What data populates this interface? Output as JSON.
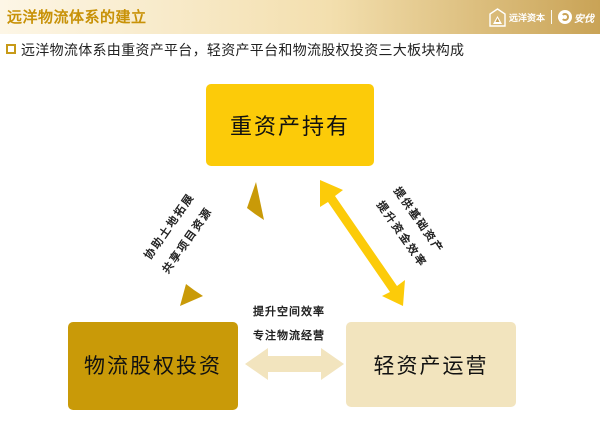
{
  "header": {
    "title": "远洋物流体系的建立",
    "brand_name": "远洋资本",
    "partner_name": "安伐"
  },
  "subtitle": "远洋物流体系由重资产平台，轻资产平台和物流股权投资三大板块构成",
  "nodes": {
    "top": "重资产持有",
    "left": "物流股权投资",
    "right": "轻资产运营"
  },
  "edges": {
    "left_line1": "协助土地拓展",
    "left_line2": "共享项目资源",
    "right_line1": "提供基础资产",
    "right_line2": "提升资金效率",
    "bottom_line1": "提升空间效率",
    "bottom_line2": "专注物流经营"
  },
  "colors": {
    "top_box": "#fccb09",
    "left_box": "#c99a08",
    "right_box": "#f2e4be",
    "left_arrow": "#c99a08",
    "right_arrow": "#fccb09",
    "bottom_arrow": "#f2e4be",
    "title": "#c89208"
  }
}
